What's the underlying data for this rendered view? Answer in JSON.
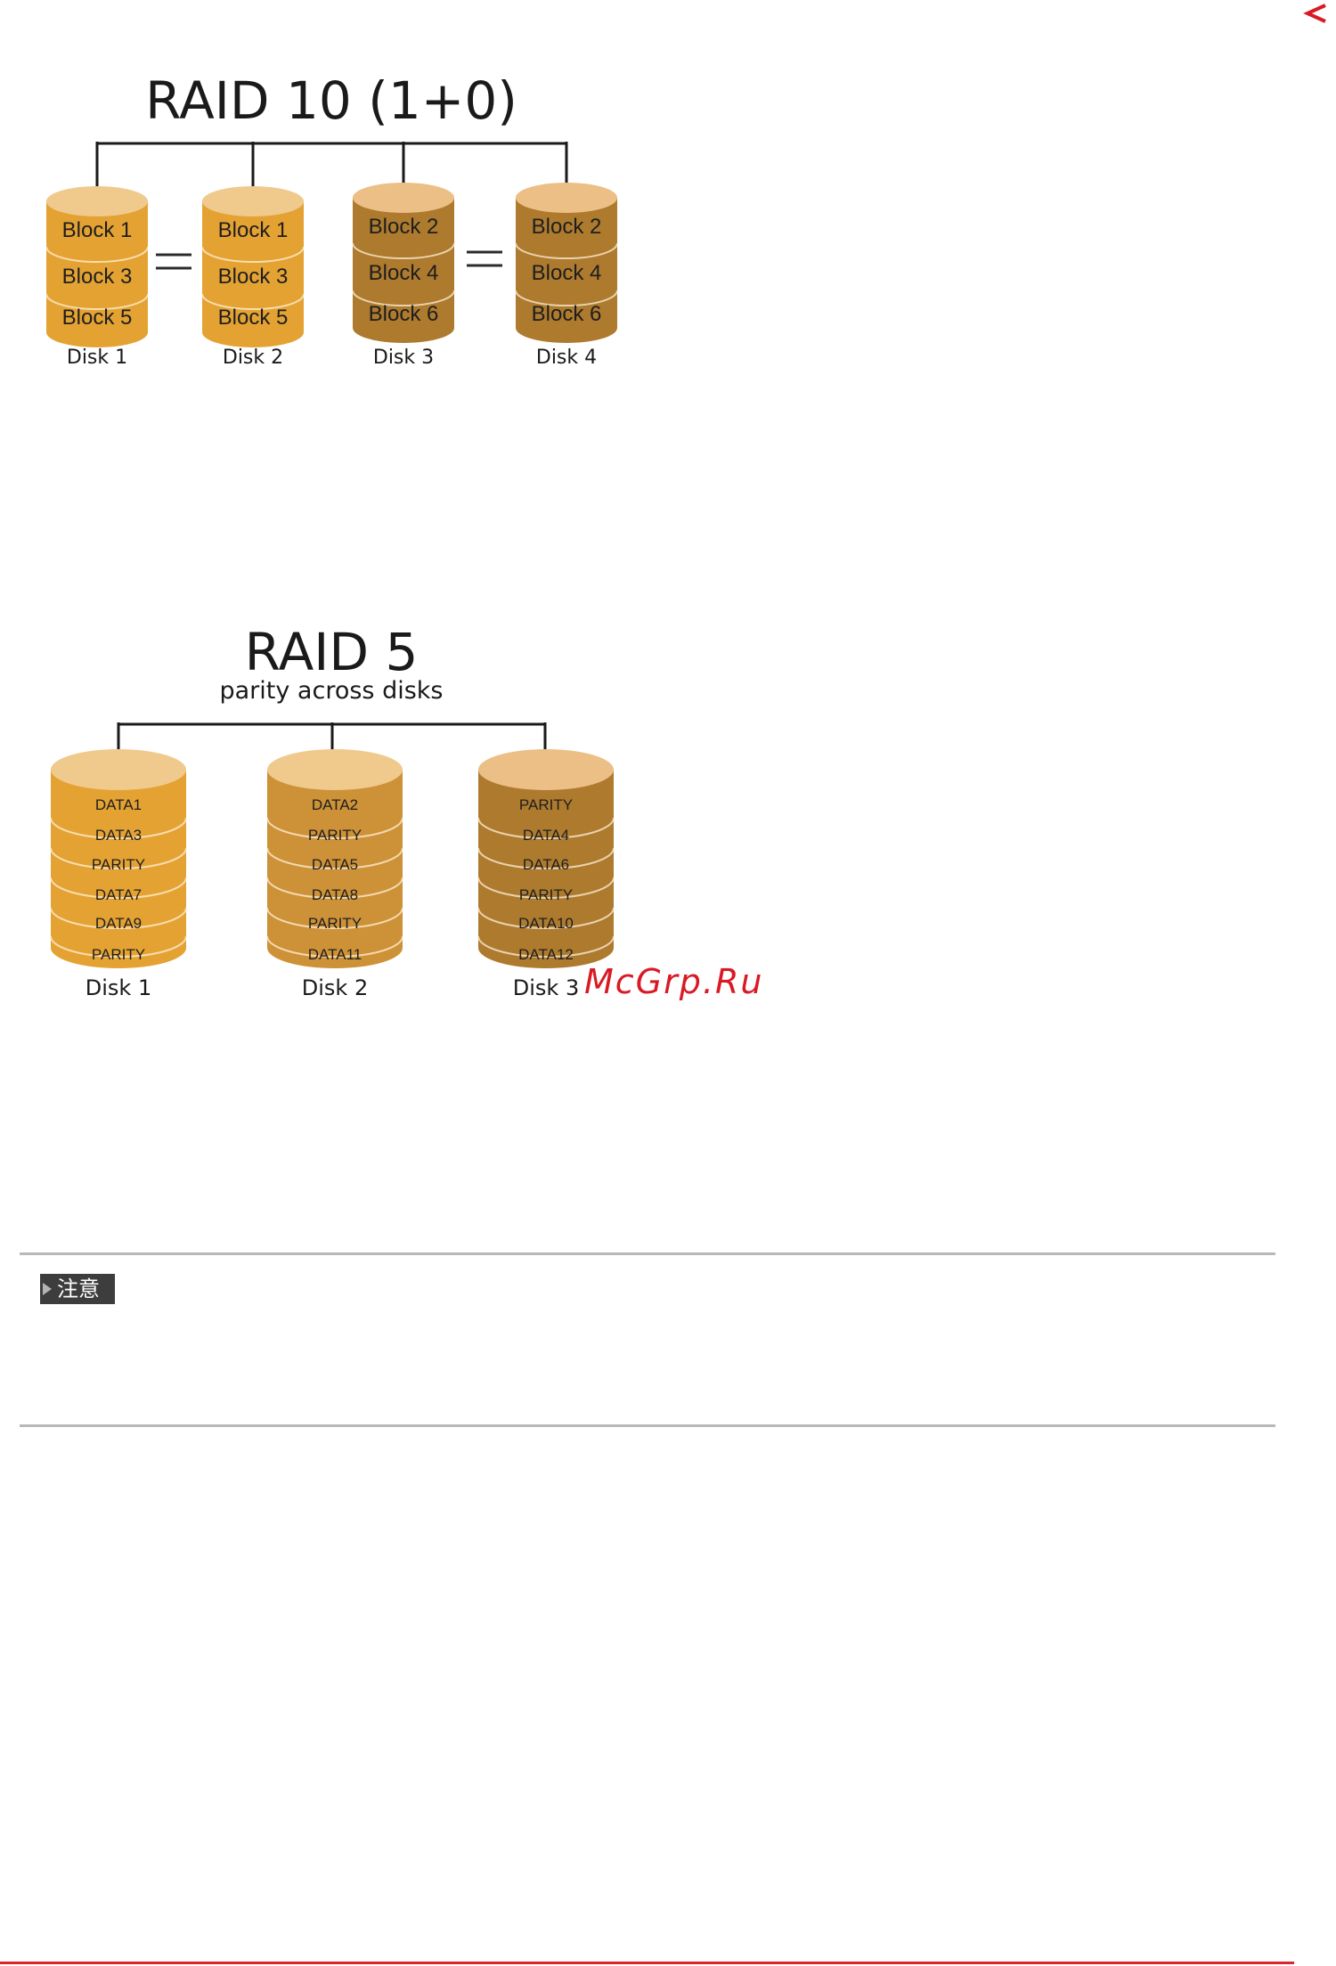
{
  "raid10": {
    "title": "RAID 10 (1+0)",
    "disks": [
      {
        "label": "Disk 1",
        "blocks": [
          "Block 1",
          "Block 3",
          "Block 5"
        ]
      },
      {
        "label": "Disk 2",
        "blocks": [
          "Block 1",
          "Block 3",
          "Block 5"
        ]
      },
      {
        "label": "Disk 3",
        "blocks": [
          "Block 2",
          "Block 4",
          "Block 6"
        ]
      },
      {
        "label": "Disk 4",
        "blocks": [
          "Block 2",
          "Block 4",
          "Block 6"
        ]
      }
    ],
    "equal_sign": "="
  },
  "raid5": {
    "title": "RAID 5",
    "subtitle": "parity across disks",
    "disks": [
      {
        "label": "Disk 1",
        "blocks": [
          "DATA1",
          "DATA3",
          "PARITY",
          "DATA7",
          "DATA9",
          "PARITY"
        ]
      },
      {
        "label": "Disk 2",
        "blocks": [
          "DATA2",
          "PARITY",
          "DATA5",
          "DATA8",
          "PARITY",
          "DATA11"
        ]
      },
      {
        "label": "Disk 3",
        "blocks": [
          "PARITY",
          "DATA4",
          "DATA6",
          "PARITY",
          "DATA10",
          "DATA12"
        ]
      }
    ]
  },
  "watermark": "McGrp.Ru",
  "note": {
    "label": "注意"
  },
  "colors": {
    "disk_light": "#e4a233",
    "disk_light_top": "#f0c98d",
    "disk_mid": "#cd9137",
    "disk_mid_top": "#f0c98d",
    "disk_dark": "#ad7a2e",
    "disk_dark_top": "#ebbf86",
    "accent_red": "#d91a24",
    "rule_gray": "#b8b8b8",
    "badge_bg": "#3d3d3d"
  },
  "icons": {
    "corner_mark": "back-arrow-icon",
    "note_marker": "play-triangle-icon"
  }
}
